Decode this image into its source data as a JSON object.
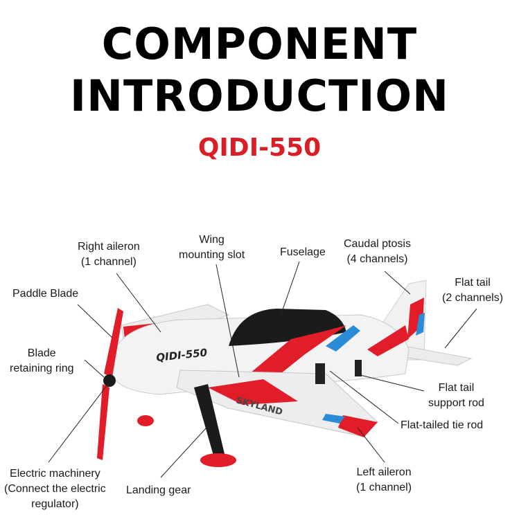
{
  "header": {
    "title_line1": "COMPONENT",
    "title_line2": "INTRODUCTION",
    "model": "QIDI-550"
  },
  "plane": {
    "fuselage_print": "QIDI-550",
    "wing_print": "SKYLAND",
    "colors": {
      "body": "#f1f1f1",
      "accent_red": "#e11d2a",
      "accent_blue": "#2a8bd6",
      "dark": "#1b1b1b"
    }
  },
  "labels": {
    "right_aileron": [
      "Right aileron",
      "(1 channel)"
    ],
    "wing_slot": [
      "Wing",
      "mounting slot"
    ],
    "fuselage": [
      "Fuselage"
    ],
    "caudal": [
      "Caudal ptosis",
      "(4 channels)"
    ],
    "flat_tail": [
      "Flat tail",
      "(2 channels)"
    ],
    "paddle": [
      "Paddle Blade"
    ],
    "blade_ring": [
      "Blade",
      "retaining ring"
    ],
    "tail_rod": [
      "Flat tail",
      "support rod"
    ],
    "tie_rod": [
      "Flat-tailed tie rod"
    ],
    "motor": [
      "Electric machinery",
      "(Connect the electric",
      "regulator)"
    ],
    "landing_gear": [
      "Landing gear"
    ],
    "left_aileron": [
      "Left aileron",
      "(1 channel)"
    ]
  }
}
